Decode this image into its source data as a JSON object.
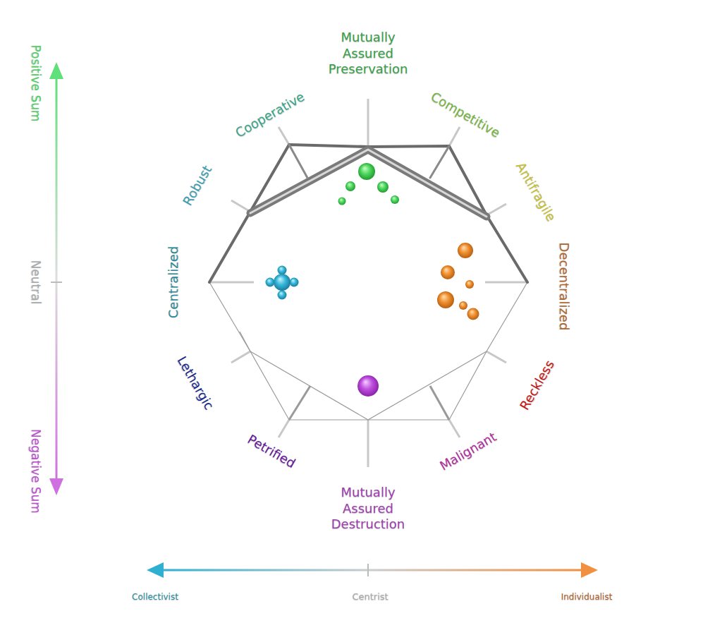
{
  "diagram": {
    "labels": [
      "Positive Sum",
      "Mutually Assured Preservation",
      "Cooperative",
      "Competitive",
      "Robust",
      "Antifragile",
      "Neutral",
      "Centralized",
      "Decentralized",
      "Lethargic",
      "Reckless",
      "Petrified",
      "Malignant",
      "Negative Sum",
      "Mutually Assured Destruction",
      "Collectivist",
      "Centrist",
      "Individualist"
    ]
  }
}
